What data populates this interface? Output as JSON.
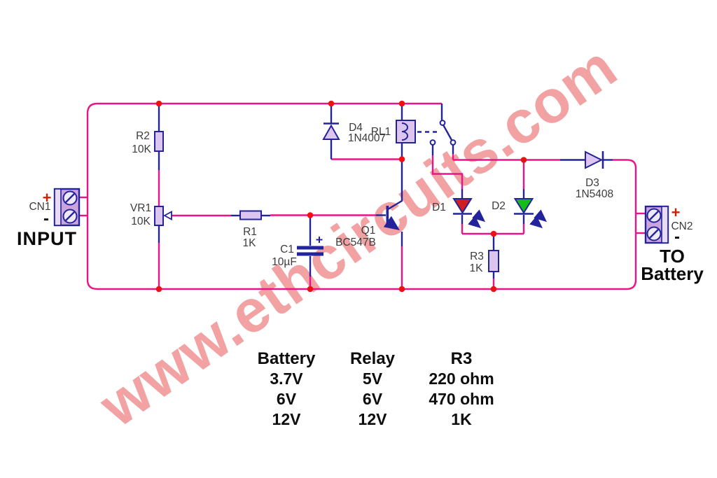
{
  "watermark": {
    "text": "www.ethcircuits.com",
    "color": "#f2a2a2",
    "angle_deg": -35
  },
  "colors": {
    "wire": "#ea1488",
    "lead": "#23239b",
    "junction_dot": "#ee1111",
    "component_fill": "#dcc6f0",
    "connector_fill": "#cba4de",
    "connector_strip": "#e9daf6",
    "led_red": "#cf1f1f",
    "led_green": "#17bd17",
    "plus_sign": "#cc2200",
    "label_text": "#3c3c3c"
  },
  "components": {
    "r2": {
      "ref": "R2",
      "value": "10K"
    },
    "vr1": {
      "ref": "VR1",
      "value": "10K"
    },
    "r1": {
      "ref": "R1",
      "value": "1K"
    },
    "c1": {
      "ref": "C1",
      "value": "10µF"
    },
    "d4": {
      "ref": "D4",
      "value": "1N4007"
    },
    "rl1": {
      "ref": "RL1"
    },
    "q1": {
      "ref": "Q1",
      "value": "BC547B"
    },
    "d1": {
      "ref": "D1"
    },
    "d2": {
      "ref": "D2"
    },
    "r3": {
      "ref": "R3",
      "value": "1K"
    },
    "d3": {
      "ref": "D3",
      "value": "1N5408"
    }
  },
  "connectors": {
    "cn1": {
      "ref": "CN1",
      "plus": "+",
      "minus": "-",
      "label": "INPUT"
    },
    "cn2": {
      "ref": "CN2",
      "plus": "+",
      "minus": "-",
      "label_line1": "TO",
      "label_line2": "Battery"
    }
  },
  "table": {
    "headers": [
      "Battery",
      "Relay",
      "R3"
    ],
    "rows": [
      [
        "3.7V",
        "5V",
        "220 ohm"
      ],
      [
        "6V",
        "6V",
        "470 ohm"
      ],
      [
        "12V",
        "12V",
        "1K"
      ]
    ]
  }
}
